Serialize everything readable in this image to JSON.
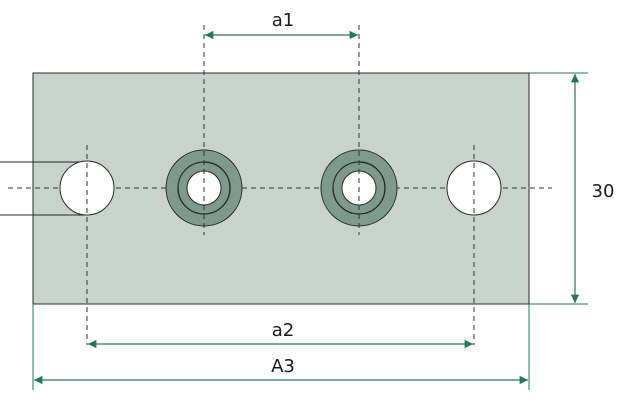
{
  "dimensions": {
    "a1": "a1",
    "height": "30",
    "a2": "a2",
    "A3": "A3"
  },
  "colors": {
    "plate": "#c8d3cc",
    "plate_outline": "#2a2a2a",
    "hole_fill": "#ffffff",
    "insert_ring": "#7d9a8d",
    "dimension_line": "#1f7a5a",
    "center_line": "#333333"
  },
  "features": {
    "plain_holes": 2,
    "threaded_inserts": 2
  }
}
